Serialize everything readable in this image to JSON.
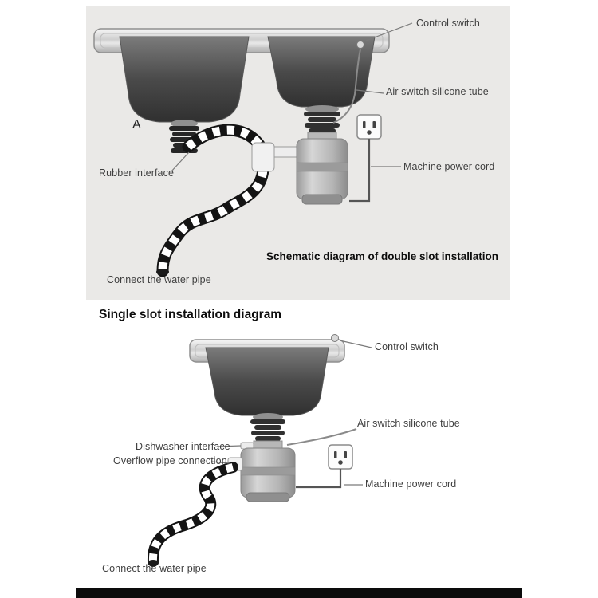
{
  "top_diagram": {
    "title": "Schematic diagram of double slot installation",
    "labels": {
      "control_switch": "Control switch",
      "air_switch_tube": "Air switch silicone tube",
      "machine_power_cord": "Machine power cord",
      "rubber_interface": "Rubber interface",
      "point_a": "A",
      "connect_water_pipe": "Connect the water pipe"
    }
  },
  "bottom_diagram": {
    "title": "Single slot installation diagram",
    "labels": {
      "control_switch": "Control switch",
      "air_switch_tube": "Air switch silicone tube",
      "dishwasher_interface": "Dishwasher interface",
      "overflow_pipe_connection": "Overflow pipe connection",
      "machine_power_cord": "Machine power cord",
      "connect_water_pipe": "Connect the water pipe"
    }
  },
  "icons": {
    "power_outlet": "wall-socket-icon"
  },
  "colors": {
    "panel_bg": "#eae9e7",
    "hose_black": "#141414",
    "bowl_dark": "#303030",
    "label_text": "#3f3f3f",
    "title_text": "#0d0d0d",
    "bottom_bar": "#0c0c0c"
  }
}
